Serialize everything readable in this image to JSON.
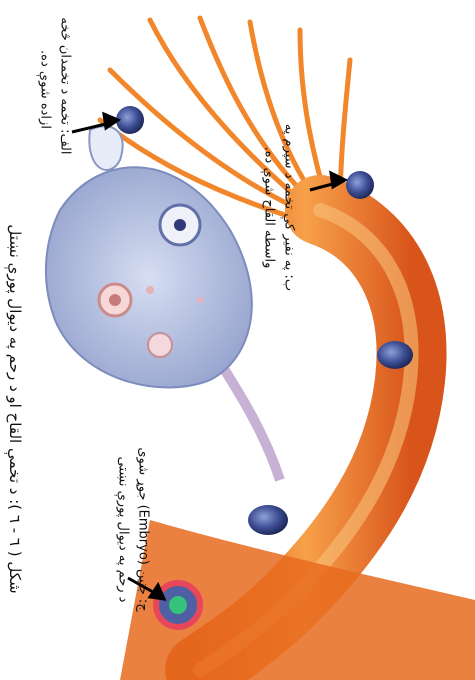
{
  "caption": "شکل ( ٦ - ٦ ): د تخمې القاح او د رحم په دیوال پورې نښتل",
  "labels": {
    "alif_line1": "الف: تخمه د تخمدان څخه",
    "alif_line2": "ازاده شوې ده.",
    "be_line1": "ب: په نفیر کې تخمه د سپرم په",
    "be_line2": "واسطه القاح شوې ده.",
    "jim_line1": "ج: جنین (Embryo) جوړ شوی",
    "jim_line2": "د رحم په دیوال پورې نښتی"
  },
  "colors": {
    "tube": "#f07a1c",
    "tube_light": "#f9a94b",
    "ovary": "#aab6d8",
    "cell": "#3a4a8a",
    "embryo": "#35c27a",
    "arrow": "#000000"
  }
}
